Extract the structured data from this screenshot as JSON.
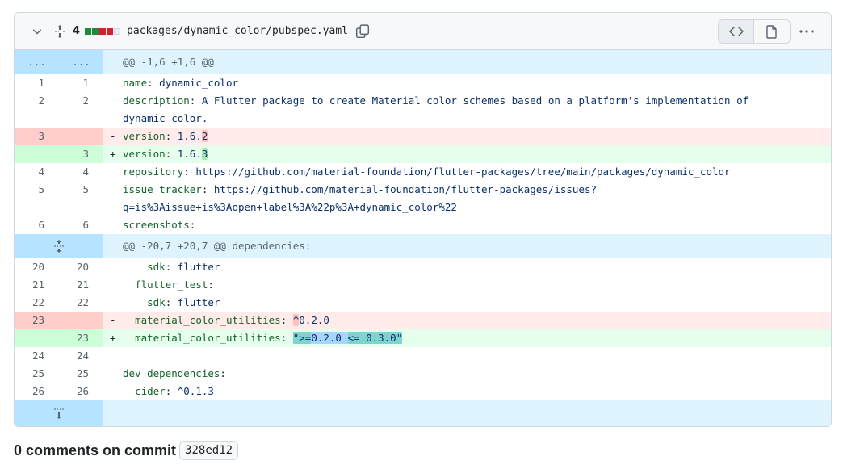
{
  "file_header": {
    "changes_count": "4",
    "diffstat": {
      "additions": 2,
      "deletions": 2,
      "neutral": 1,
      "add_color": "#1f883d",
      "del_color": "#cf222e",
      "neutral_color": "#eaeef2"
    },
    "filename": "packages/dynamic_color/pubspec.yaml",
    "icons": {
      "collapse": "chevron-down-icon",
      "expand_all": "unfold-icon",
      "copy": "copy-icon",
      "code_view": "code-icon",
      "file_view": "file-icon",
      "more": "kebab-horizontal-icon"
    }
  },
  "hunks": [
    {
      "header": "@@ -1,6 +1,6 @@",
      "left_label": "...",
      "right_label": "..."
    },
    {
      "header": "@@ -20,7 +20,7 @@ dependencies:"
    }
  ],
  "lines": {
    "l1": {
      "old": "1",
      "new": "1",
      "key": "name",
      "value": " dynamic_color"
    },
    "l2": {
      "old": "2",
      "new": "2",
      "key": "description",
      "value": " A Flutter package to create Material color schemes based on a platform's implementation of",
      "wrap": "dynamic color."
    },
    "l3del": {
      "old": "3",
      "new": "",
      "mark": "-",
      "key": "version",
      "value_pre": " 1.6.",
      "value_hl": "2"
    },
    "l3add": {
      "old": "",
      "new": "3",
      "mark": "+",
      "key": "version",
      "value_pre": " 1.6.",
      "value_hl": "3"
    },
    "l4": {
      "old": "4",
      "new": "4",
      "key": "repository",
      "value": " https://github.com/material-foundation/flutter-packages/tree/main/packages/dynamic_color"
    },
    "l5": {
      "old": "5",
      "new": "5",
      "key": "issue_tracker",
      "value": " https://github.com/material-foundation/flutter-packages/issues?",
      "wrap": "q=is%3Aissue+is%3Aopen+label%3A%22p%3A+dynamic_color%22"
    },
    "l6": {
      "old": "6",
      "new": "6",
      "key": "screenshots",
      "value": ""
    },
    "l20": {
      "old": "20",
      "new": "20",
      "indent": "    ",
      "key": "sdk",
      "value": " flutter"
    },
    "l21": {
      "old": "21",
      "new": "21",
      "indent": "  ",
      "key": "flutter_test",
      "value": ""
    },
    "l22": {
      "old": "22",
      "new": "22",
      "indent": "    ",
      "key": "sdk",
      "value": " flutter"
    },
    "l23del": {
      "old": "23",
      "new": "",
      "mark": "-",
      "indent": "  ",
      "key": "material_color_utilities",
      "value_hl": "^",
      "value_post": "0.2.0"
    },
    "l23add": {
      "old": "",
      "new": "23",
      "mark": "+",
      "indent": "  ",
      "key": "material_color_utilities",
      "v1": "\">=",
      "v2": "0.2.0",
      "v3": " ",
      "v4": "<= 0.3.0\""
    },
    "l24": {
      "old": "24",
      "new": "24"
    },
    "l25": {
      "old": "25",
      "new": "25",
      "key": "dev_dependencies",
      "value": ""
    },
    "l26": {
      "old": "26",
      "new": "26",
      "indent": "  ",
      "key": "cider",
      "value": " ^0.1.3"
    }
  },
  "footer": {
    "comments_text": "0 comments on commit",
    "commit_sha": "328ed12"
  }
}
